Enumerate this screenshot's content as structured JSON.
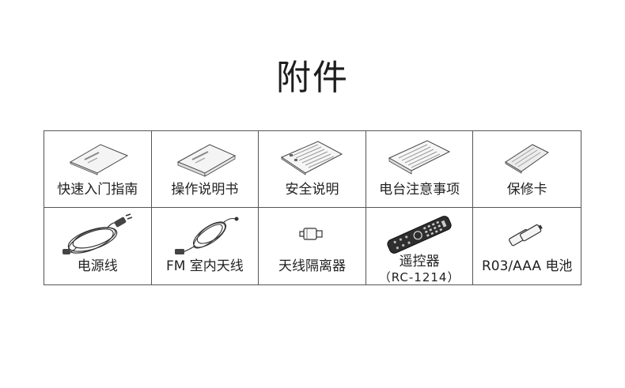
{
  "title": "附件",
  "items": [
    {
      "label": "快速入门指南",
      "icon": "quick-start-guide-icon"
    },
    {
      "label": "操作说明书",
      "icon": "owners-manual-icon"
    },
    {
      "label": "安全说明",
      "icon": "safety-instructions-icon"
    },
    {
      "label": "电台注意事项",
      "icon": "radio-notes-icon"
    },
    {
      "label": "保修卡",
      "icon": "warranty-card-icon"
    },
    {
      "label": "电源线",
      "icon": "power-cord-icon"
    },
    {
      "label": "FM 室内天线",
      "icon": "fm-antenna-icon"
    },
    {
      "label": "天线隔离器",
      "icon": "antenna-isolator-icon"
    },
    {
      "label": "遥控器",
      "sub": "（RC-1214）",
      "icon": "remote-control-icon"
    },
    {
      "label": "R03/AAA 电池",
      "icon": "batteries-icon"
    }
  ]
}
